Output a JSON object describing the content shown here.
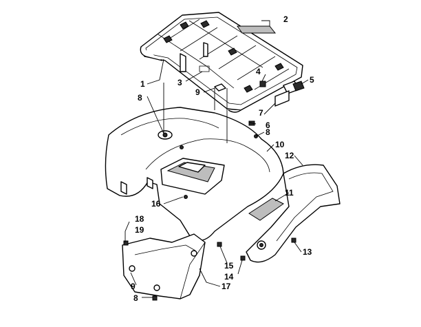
{
  "diagram": {
    "callouts": [
      {
        "id": "c-1",
        "label": "1"
      },
      {
        "id": "c-2",
        "label": "2"
      },
      {
        "id": "c-3",
        "label": "3"
      },
      {
        "id": "c-4",
        "label": "4"
      },
      {
        "id": "c-5",
        "label": "5"
      },
      {
        "id": "c-6",
        "label": "6"
      },
      {
        "id": "c-7",
        "label": "7"
      },
      {
        "id": "c-8a",
        "label": "8"
      },
      {
        "id": "c-8b",
        "label": "8"
      },
      {
        "id": "c-8c",
        "label": "8"
      },
      {
        "id": "c-9a",
        "label": "9"
      },
      {
        "id": "c-9b",
        "label": "9"
      },
      {
        "id": "c-10",
        "label": "10"
      },
      {
        "id": "c-11",
        "label": "11"
      },
      {
        "id": "c-12",
        "label": "12"
      },
      {
        "id": "c-13",
        "label": "13"
      },
      {
        "id": "c-14",
        "label": "14"
      },
      {
        "id": "c-15",
        "label": "15"
      },
      {
        "id": "c-16",
        "label": "16"
      },
      {
        "id": "c-17",
        "label": "17"
      },
      {
        "id": "c-18",
        "label": "18"
      },
      {
        "id": "c-19",
        "label": "19"
      }
    ]
  }
}
